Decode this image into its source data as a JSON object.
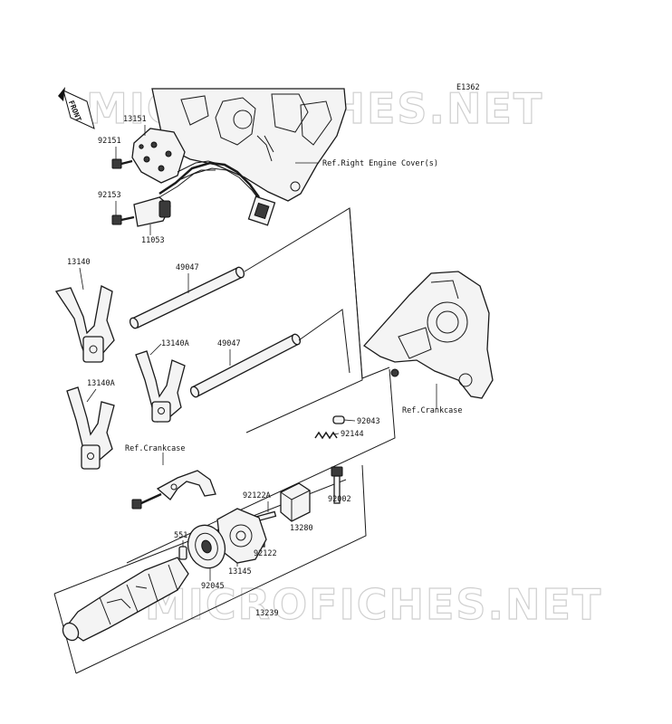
{
  "diagram_code": "E1362",
  "front_label": "FRONT",
  "watermark_top": "MICROFICHES.NET",
  "watermark_bottom": "MICROFICHES.NET",
  "refs": {
    "right_engine_cover": "Ref.Right Engine Cover(s)",
    "crankcase_right": "Ref.Crankcase",
    "crankcase_left": "Ref.Crankcase"
  },
  "parts": {
    "p13151": "13151",
    "p92151": "92151",
    "p92153": "92153",
    "p11053": "11053",
    "p13140": "13140",
    "p49047a": "49047",
    "p13140a_1": "13140A",
    "p49047b": "49047",
    "p13140a_2": "13140A",
    "p92043": "92043",
    "p92144": "92144",
    "p92002": "92002",
    "p92122a": "92122A",
    "p13280": "13280",
    "p551": "551",
    "p92122": "92122",
    "p13145": "13145",
    "p92045": "92045",
    "p13239": "13239"
  }
}
